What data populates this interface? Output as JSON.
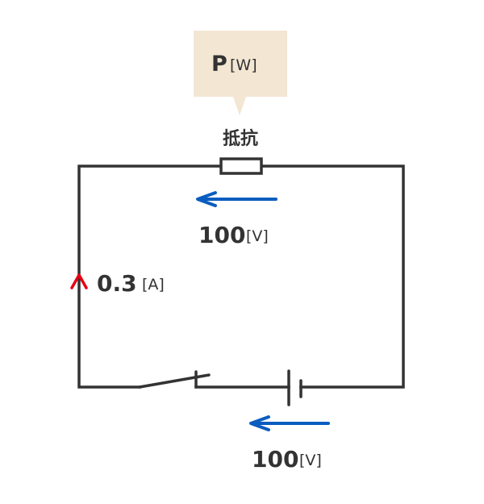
{
  "diagram": {
    "title": "Series circuit with resistor, switch and battery",
    "callout": {
      "symbol": "P",
      "unit": "[W]",
      "background_color": "#f3e6d3"
    },
    "resistor": {
      "label": "抵抗"
    },
    "resistor_voltage": {
      "value": "100",
      "unit": "[V]",
      "arrow_direction": "left",
      "arrow_color": "#0a5dbf"
    },
    "current": {
      "value": "0.3",
      "unit": "[A]",
      "arrow_direction": "up",
      "arrow_color": "#e60012"
    },
    "battery_voltage": {
      "value": "100",
      "unit": "[V]",
      "arrow_direction": "left",
      "arrow_color": "#0a5dbf"
    },
    "switch": {
      "state": "open"
    },
    "wire_color": "#333333"
  }
}
